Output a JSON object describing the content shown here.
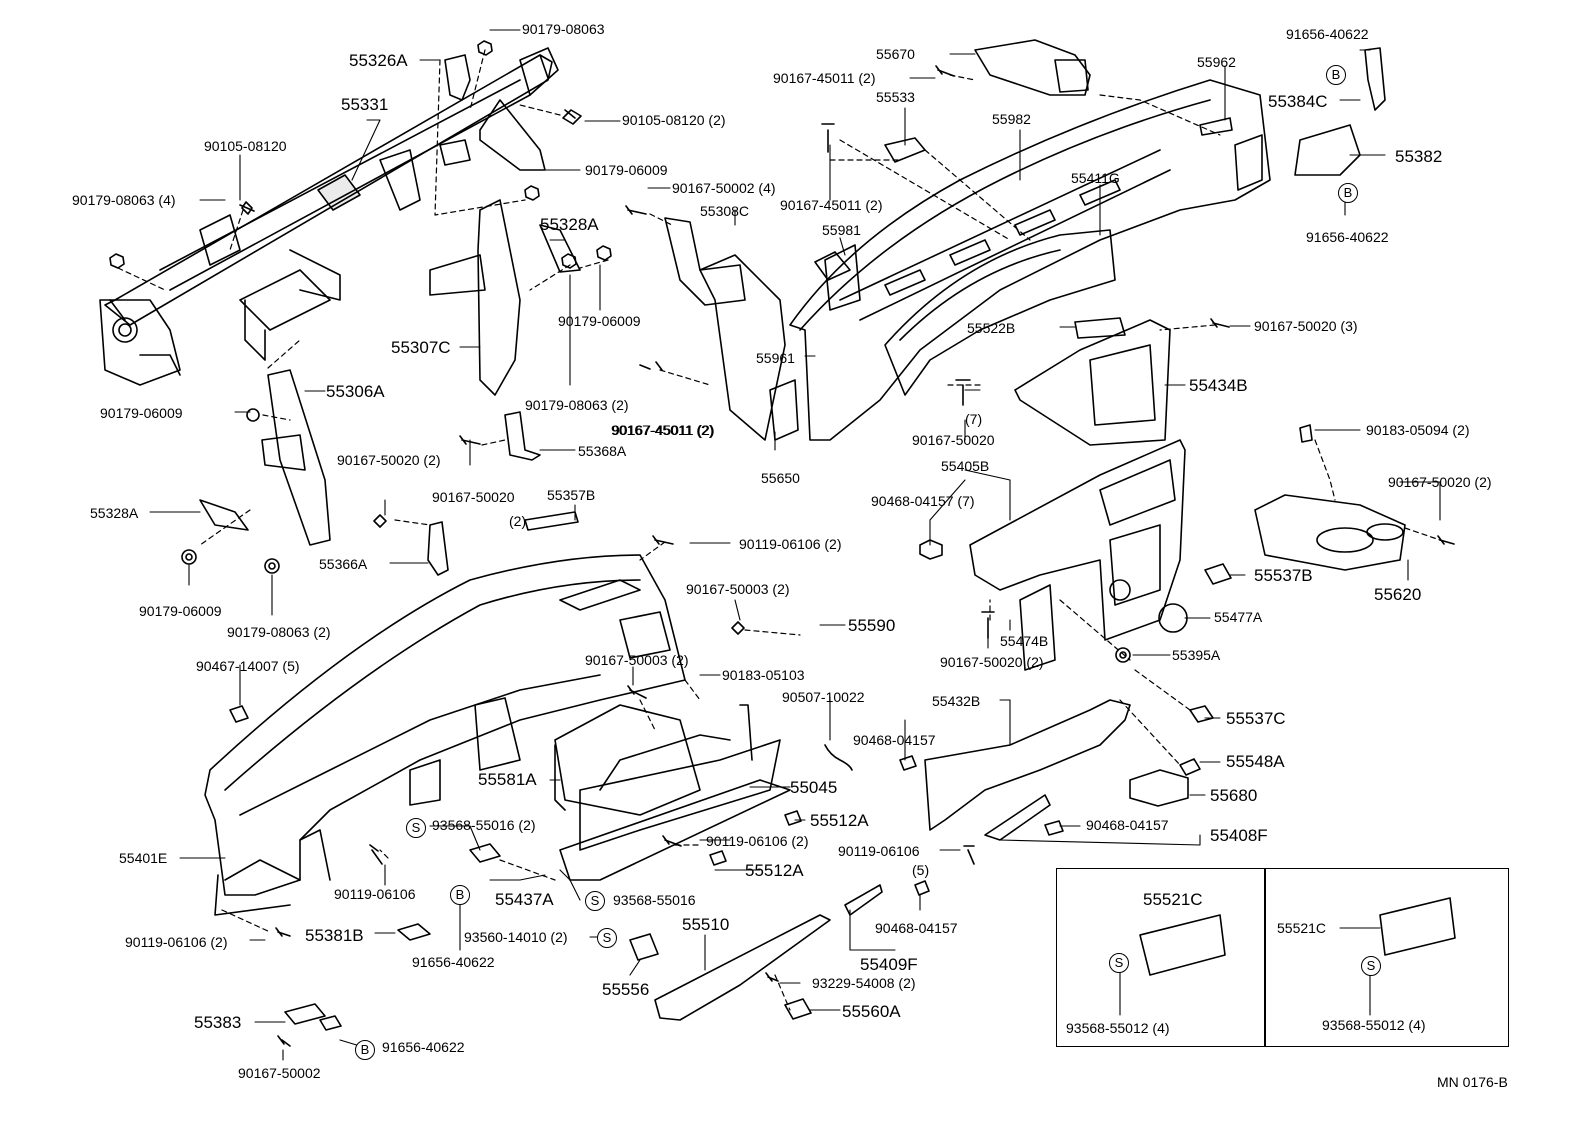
{
  "diagram": {
    "labels": [
      {
        "id": "l1",
        "text": "90179-08063"
      },
      {
        "id": "l2",
        "text": "55326A"
      },
      {
        "id": "l3",
        "text": "55331"
      },
      {
        "id": "l4",
        "text": "90105-08120 (2)"
      },
      {
        "id": "l5",
        "text": "90105-08120"
      },
      {
        "id": "l6",
        "text": "90179-08063 (4)"
      },
      {
        "id": "l7",
        "text": "90179-06009"
      },
      {
        "id": "l8",
        "text": "90167-50002 (4)"
      },
      {
        "id": "l9",
        "text": "55328A"
      },
      {
        "id": "l10",
        "text": "55308C"
      },
      {
        "id": "l11",
        "text": "90179-06009"
      },
      {
        "id": "l12",
        "text": "55307C"
      },
      {
        "id": "l13",
        "text": "55306A"
      },
      {
        "id": "l14",
        "text": "90179-06009"
      },
      {
        "id": "l15",
        "text": "90179-08063 (2)"
      },
      {
        "id": "l16",
        "text": "90167-45011 (2)"
      },
      {
        "id": "l17",
        "text": "55368A"
      },
      {
        "id": "l18",
        "text": "90167-50020 (2)"
      },
      {
        "id": "l19",
        "text": "90167-50020"
      },
      {
        "id": "l20",
        "text": "(2)"
      },
      {
        "id": "l21",
        "text": "55328A"
      },
      {
        "id": "l22",
        "text": "55366A"
      },
      {
        "id": "l23",
        "text": "90179-06009"
      },
      {
        "id": "l24",
        "text": "90179-08063 (2)"
      },
      {
        "id": "l25",
        "text": "55357B"
      },
      {
        "id": "l26",
        "text": "90119-06106 (2)"
      },
      {
        "id": "l27",
        "text": "90167-50003 (2)"
      },
      {
        "id": "l28",
        "text": "55590"
      },
      {
        "id": "l29",
        "text": "90467-14007 (5)"
      },
      {
        "id": "l30",
        "text": "90167-50003 (2)"
      },
      {
        "id": "l31",
        "text": "90183-05103"
      },
      {
        "id": "l32",
        "text": "90507-10022"
      },
      {
        "id": "l33",
        "text": "55581A"
      },
      {
        "id": "l34",
        "text": "55045"
      },
      {
        "id": "l35",
        "text": "93568-55016 (2)"
      },
      {
        "id": "l36",
        "text": "55512A"
      },
      {
        "id": "l37",
        "text": "90119-06106 (2)"
      },
      {
        "id": "l38",
        "text": "55512A"
      },
      {
        "id": "l39",
        "text": "55401E"
      },
      {
        "id": "l40",
        "text": "90119-06106"
      },
      {
        "id": "l41",
        "text": "55437A"
      },
      {
        "id": "l42",
        "text": "93568-55016"
      },
      {
        "id": "l43",
        "text": "90119-06106 (2)"
      },
      {
        "id": "l44",
        "text": "55381B"
      },
      {
        "id": "l45",
        "text": "93560-14010 (2)"
      },
      {
        "id": "l46",
        "text": "91656-40622"
      },
      {
        "id": "l47",
        "text": "55510"
      },
      {
        "id": "l48",
        "text": "55556"
      },
      {
        "id": "l49",
        "text": "93229-54008 (2)"
      },
      {
        "id": "l50",
        "text": "55560A"
      },
      {
        "id": "l51",
        "text": "55383"
      },
      {
        "id": "l52",
        "text": "91656-40622"
      },
      {
        "id": "l53",
        "text": "90167-50002"
      },
      {
        "id": "l54",
        "text": "55670"
      },
      {
        "id": "l55",
        "text": "90167-45011 (2)"
      },
      {
        "id": "l56",
        "text": "55533"
      },
      {
        "id": "l57",
        "text": "55962"
      },
      {
        "id": "l58",
        "text": "55982"
      },
      {
        "id": "l59",
        "text": "90167-45011 (2)"
      },
      {
        "id": "l60",
        "text": "55411G"
      },
      {
        "id": "l61",
        "text": "55981"
      },
      {
        "id": "l62",
        "text": "55522B"
      },
      {
        "id": "l63",
        "text": "90167-50020 (3)"
      },
      {
        "id": "l64",
        "text": "55961"
      },
      {
        "id": "l65",
        "text": "55434B"
      },
      {
        "id": "l66",
        "text": "90167-45011 (2)"
      },
      {
        "id": "l67",
        "text": "(7)"
      },
      {
        "id": "l68",
        "text": "90167-50020"
      },
      {
        "id": "l69",
        "text": "55650"
      },
      {
        "id": "l70",
        "text": "55405B"
      },
      {
        "id": "l71",
        "text": "90468-04157 (7)"
      },
      {
        "id": "l72",
        "text": "55537B"
      },
      {
        "id": "l73",
        "text": "55477A"
      },
      {
        "id": "l74",
        "text": "55474B"
      },
      {
        "id": "l75",
        "text": "90167-50020 (2)"
      },
      {
        "id": "l76",
        "text": "55395A"
      },
      {
        "id": "l77",
        "text": "55537C"
      },
      {
        "id": "l78",
        "text": "55432B"
      },
      {
        "id": "l79",
        "text": "90468-04157"
      },
      {
        "id": "l80",
        "text": "55548A"
      },
      {
        "id": "l81",
        "text": "55680"
      },
      {
        "id": "l82",
        "text": "90468-04157"
      },
      {
        "id": "l83",
        "text": "55408F"
      },
      {
        "id": "l84",
        "text": "90119-06106"
      },
      {
        "id": "l85",
        "text": "(5)"
      },
      {
        "id": "l86",
        "text": "90468-04157"
      },
      {
        "id": "l87",
        "text": "55409F"
      },
      {
        "id": "l88",
        "text": "91656-40622"
      },
      {
        "id": "l89",
        "text": "55384C"
      },
      {
        "id": "l90",
        "text": "55382"
      },
      {
        "id": "l91",
        "text": "91656-40622"
      },
      {
        "id": "l92",
        "text": "90183-05094 (2)"
      },
      {
        "id": "l93",
        "text": "90167-50020 (2)"
      },
      {
        "id": "l94",
        "text": "55620"
      },
      {
        "id": "l95",
        "text": "55521C"
      },
      {
        "id": "l96",
        "text": "93568-55012 (4)"
      },
      {
        "id": "l97",
        "text": "55521C"
      },
      {
        "id": "l98",
        "text": "93568-55012 (4)"
      },
      {
        "id": "l99",
        "text": "MN  0176-B"
      }
    ],
    "symbols": [
      {
        "id": "s1",
        "text": "S"
      },
      {
        "id": "s2",
        "text": "S"
      },
      {
        "id": "s3",
        "text": "S"
      },
      {
        "id": "s4",
        "text": "B"
      },
      {
        "id": "s5",
        "text": "B"
      },
      {
        "id": "s6",
        "text": "B"
      },
      {
        "id": "s7",
        "text": "B"
      },
      {
        "id": "s8",
        "text": "S"
      },
      {
        "id": "s9",
        "text": "S"
      }
    ]
  }
}
